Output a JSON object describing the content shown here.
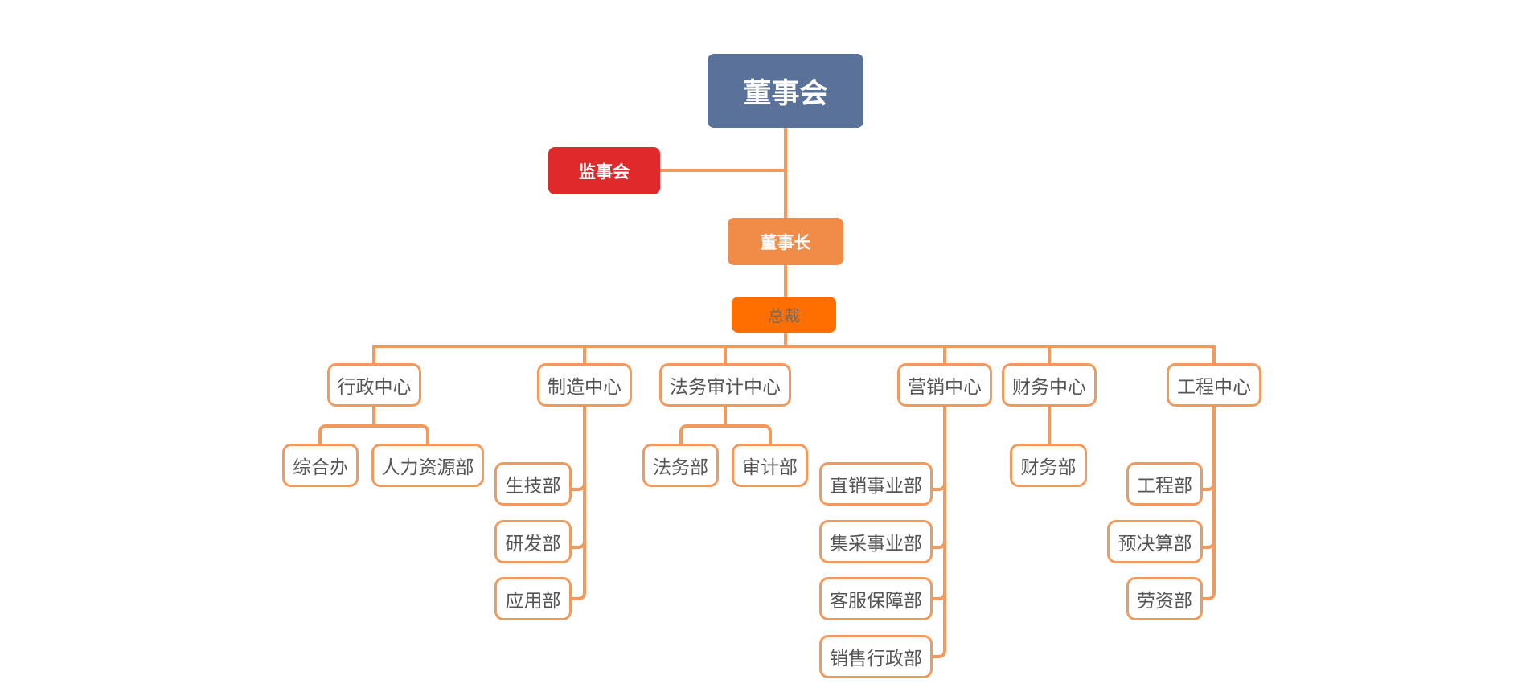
{
  "board": "董事会",
  "supervisory_board": "监事会",
  "chairman": "董事长",
  "president": "总裁",
  "centers": [
    {
      "name": "行政中心",
      "departments": [
        "综合办",
        "人力资源部"
      ]
    },
    {
      "name": "制造中心",
      "departments": [
        "生技部",
        "研发部",
        "应用部"
      ]
    },
    {
      "name": "法务审计中心",
      "departments": [
        "法务部",
        "审计部"
      ]
    },
    {
      "name": "营销中心",
      "departments": [
        "直销事业部",
        "集采事业部",
        "客服保障部",
        "销售行政部"
      ]
    },
    {
      "name": "财务中心",
      "departments": [
        "财务部"
      ]
    },
    {
      "name": "工程中心",
      "departments": [
        "工程部",
        "预决算部",
        "劳资部"
      ]
    }
  ],
  "colors": {
    "board": "#5a7299",
    "supervisory_board": "#e0292b",
    "chairman": "#f08b48",
    "president": "#ff6f00",
    "connector": "#f2995e",
    "box_text": "#555555"
  }
}
